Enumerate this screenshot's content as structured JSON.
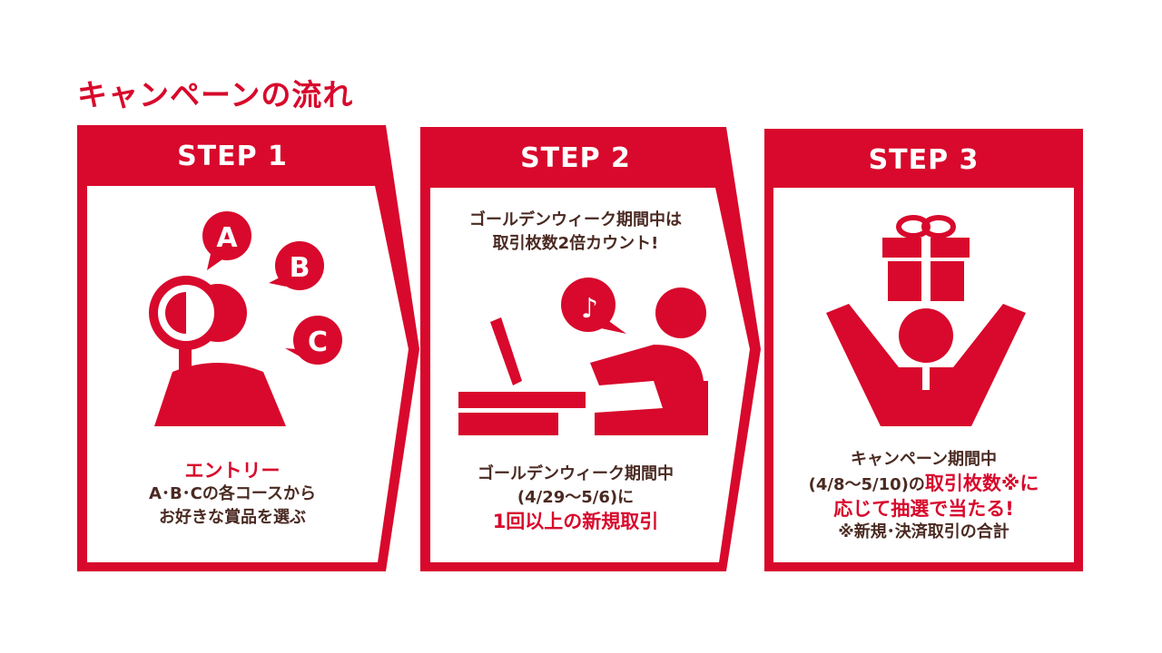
{
  "title": "キャンペーンの流れ",
  "colors": {
    "accent": "#d8092c",
    "text": "#4a2a22"
  },
  "steps": [
    {
      "label": "STEP 1",
      "heading": "エントリー",
      "line1": "A･B･Cの各コースから",
      "line2": "お好きな賞品を選ぶ",
      "icon_labels": [
        "A",
        "B",
        "C"
      ]
    },
    {
      "label": "STEP 2",
      "top1": "ゴールデンウィーク期間中は",
      "top2": "取引枚数2倍カウント!",
      "line1": "ゴールデンウィーク期間中",
      "line2": "(4/29～5/6)に",
      "emph": "1回以上の新規取引"
    },
    {
      "label": "STEP 3",
      "line1": "キャンペーン期間中",
      "line2a": "(4/8～5/10)の",
      "line2b": "取引枚数※に",
      "emph": "応じて抽選で当たる!",
      "note": "※新規･決済取引の合計"
    }
  ]
}
